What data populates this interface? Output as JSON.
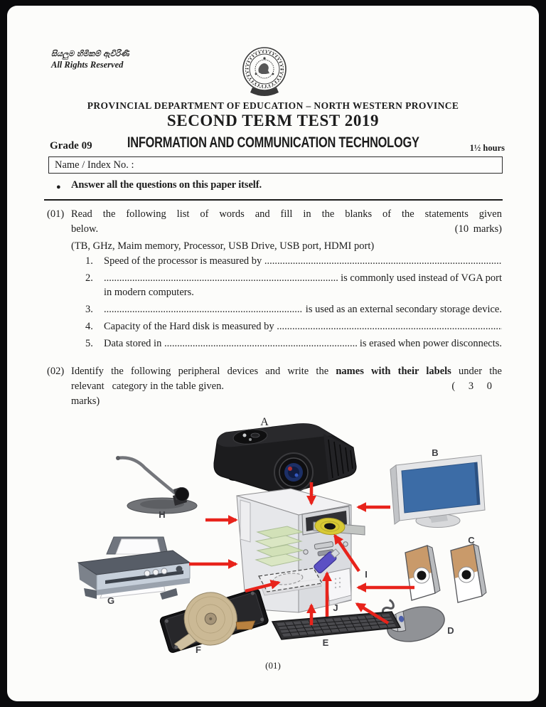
{
  "page": {
    "page_number": "(01)",
    "bullet": "●"
  },
  "header": {
    "copyright_sinhala": "සියලුම හිමිකම් ඇවිරිණි",
    "copyright_english": "All Rights Reserved",
    "department_line": "PROVINCIAL DEPARTMENT OF EDUCATION – NORTH WESTERN PROVINCE",
    "exam_title": "SECOND TERM TEST 2019",
    "grade": "Grade 09",
    "subject": "INFORMATION AND COMMUNICATION TECHNOLOGY",
    "duration": "1½ hours",
    "name_field_label": "Name / Index No. :",
    "instruction": "Answer all the questions on this paper itself."
  },
  "q01": {
    "number": "(01)",
    "line1": "Read the following list of words and fill in the blanks of the statements given",
    "line2": "below.",
    "marks": "(10 marks)",
    "word_list": "(TB, GHz, Maim memory, Processor, USB Drive, USB port, HDMI port)",
    "dots": "......................................................................................................................................................",
    "items": [
      {
        "num": "1.",
        "parts": [
          {
            "t": "text",
            "v": "Speed of the processor is measured by "
          },
          {
            "t": "dots"
          }
        ]
      },
      {
        "num": "2.",
        "parts": [
          {
            "t": "dots"
          },
          {
            "t": "text",
            "v": " is commonly used instead of VGA port"
          }
        ],
        "line2": "in modern computers."
      },
      {
        "num": "3.",
        "parts": [
          {
            "t": "dots"
          },
          {
            "t": "text",
            "v": " is used as an external secondary storage device."
          }
        ]
      },
      {
        "num": "4.",
        "parts": [
          {
            "t": "text",
            "v": "Capacity of the Hard disk is measured by "
          },
          {
            "t": "dots"
          }
        ]
      },
      {
        "num": "5.",
        "parts": [
          {
            "t": "text",
            "v": "Data stored in "
          },
          {
            "t": "dots"
          },
          {
            "t": "text",
            "v": " is erased when power disconnects."
          }
        ]
      }
    ]
  },
  "q02": {
    "number": "(02)",
    "line1_pre": "Identify the following peripheral devices and write the ",
    "line1_bold": "names with their labels",
    "line1_post": " under the",
    "line2": "relevant   category in the table given.",
    "line2_marks": "( 3 0",
    "line3": "marks)"
  },
  "diagram": {
    "labels": {
      "projector": "A",
      "monitor": "B",
      "speakers": "C",
      "mouse": "D",
      "keyboard": "E",
      "hard_disk": "F",
      "printer": "G",
      "microphone": "H",
      "cd": "I",
      "pen_drive": "J"
    },
    "colors": {
      "arrow_red": "#e8231b",
      "monitor_screen_blue": "#3c6ca6",
      "cd_yellow": "#d8c934",
      "pen_drive_purple": "#5b50c4",
      "speaker_tan": "#c99a6a",
      "platter_beige": "#cbb995"
    }
  }
}
